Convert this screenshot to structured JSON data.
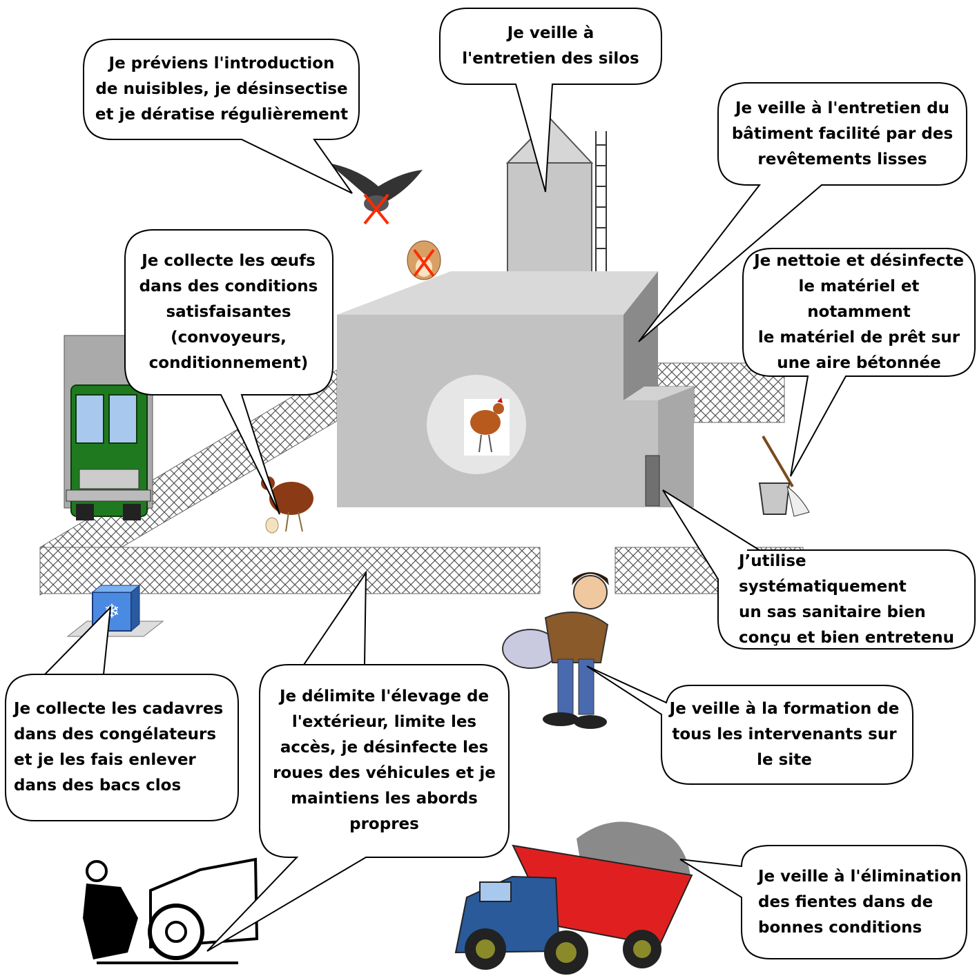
{
  "bubbles": {
    "silos": "Je veille à\nl'entretien des silos",
    "pests": "Je préviens l'introduction\nde nuisibles, je désinsectise\net je dératise régulièrement",
    "building": "Je veille à l'entretien du\nbâtiment facilité par des\nrevêtements lisses",
    "eggs": "Je collecte les œufs\ndans des conditions\nsatisfaisantes\n(convoyeurs,\nconditionnement)",
    "cleaning": "Je nettoie et désinfecte\nle matériel et notamment\nle matériel de prêt sur\nune aire bétonnée",
    "airlock": "J’utilise systématiquement\nun sas sanitaire bien\nconçu et bien entretenu",
    "carcasses": "Je collecte les cadavres\ndans des congélateurs\net je les fais enlever\ndans des bacs clos",
    "perimeter": "Je délimite l'élevage de\nl'extérieur, limite les\naccès, je désinfecte les\nroues des véhicules et je\nmaintiens les abords\npropres",
    "training": "Je veille à la formation de\ntous les intervenants sur\nle site",
    "droppings": "Je veille à l'élimination\ndes fientes dans de\nbonnes conditions"
  },
  "colors": {
    "building": "#c0c0c0",
    "building_roof": "#d8d8d8",
    "building_side": "#a3a3a3",
    "truck_cab": "#1e7a1e",
    "dump_bed": "#e02020",
    "dump_cab": "#2a5a9a",
    "cross_mark": "#ff2a00"
  }
}
